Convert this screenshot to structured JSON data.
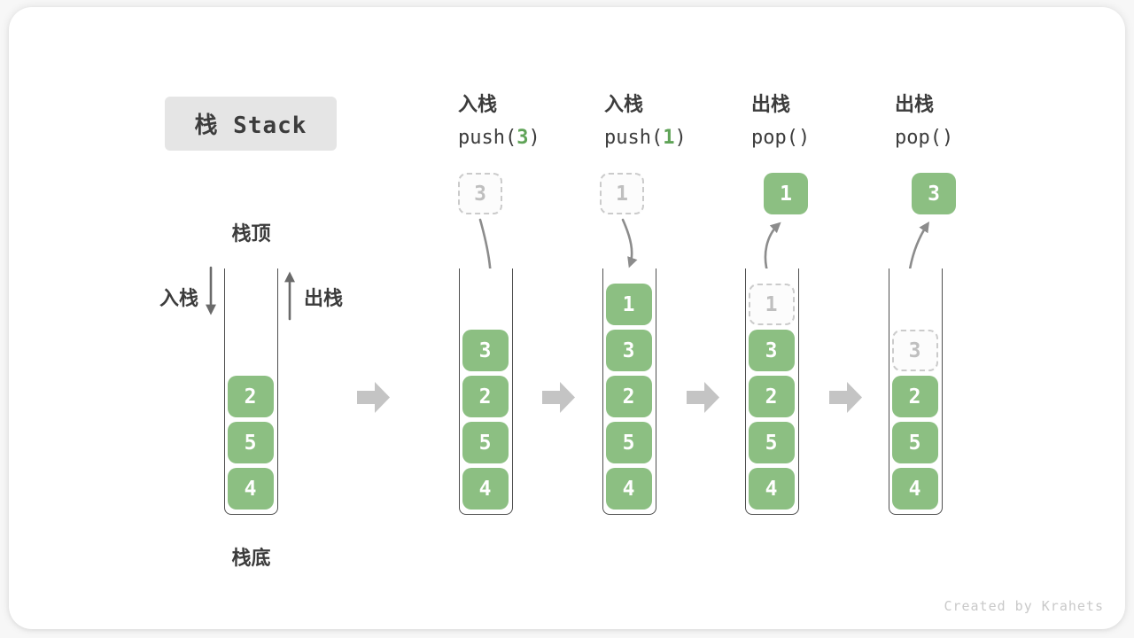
{
  "title": "栈 Stack",
  "watermark": "Created by Krahets",
  "side_labels": {
    "stack_top": "栈顶",
    "stack_bottom": "栈底",
    "push": "入栈",
    "pop": "出栈"
  },
  "operations": [
    {
      "name": "入栈",
      "code_pre": "push(",
      "code_arg": "3",
      "code_post": ")"
    },
    {
      "name": "入栈",
      "code_pre": "push(",
      "code_arg": "1",
      "code_post": ")"
    },
    {
      "name": "出栈",
      "code_pre": "pop(",
      "code_arg": "",
      "code_post": ")"
    },
    {
      "name": "出栈",
      "code_pre": "pop(",
      "code_arg": "",
      "code_post": ")"
    }
  ],
  "stacks": [
    {
      "name": "stack-initial",
      "cells": [
        {
          "value": "2",
          "style": "solid"
        },
        {
          "value": "5",
          "style": "solid"
        },
        {
          "value": "4",
          "style": "solid"
        }
      ]
    },
    {
      "name": "stack-after-push-3",
      "cells": [
        {
          "value": "3",
          "style": "solid"
        },
        {
          "value": "2",
          "style": "solid"
        },
        {
          "value": "5",
          "style": "solid"
        },
        {
          "value": "4",
          "style": "solid"
        }
      ]
    },
    {
      "name": "stack-after-push-1",
      "cells": [
        {
          "value": "1",
          "style": "solid"
        },
        {
          "value": "3",
          "style": "solid"
        },
        {
          "value": "2",
          "style": "solid"
        },
        {
          "value": "5",
          "style": "solid"
        },
        {
          "value": "4",
          "style": "solid"
        }
      ]
    },
    {
      "name": "stack-after-pop-1",
      "cells": [
        {
          "value": "1",
          "style": "dashed"
        },
        {
          "value": "3",
          "style": "solid"
        },
        {
          "value": "2",
          "style": "solid"
        },
        {
          "value": "5",
          "style": "solid"
        },
        {
          "value": "4",
          "style": "solid"
        }
      ]
    },
    {
      "name": "stack-after-pop-3",
      "cells": [
        {
          "value": "3",
          "style": "dashed"
        },
        {
          "value": "2",
          "style": "solid"
        },
        {
          "value": "5",
          "style": "solid"
        },
        {
          "value": "4",
          "style": "solid"
        }
      ]
    }
  ],
  "floating_cells": [
    {
      "value": "3",
      "style": "dashed",
      "name": "incoming-value-3"
    },
    {
      "value": "1",
      "style": "dashed",
      "name": "incoming-value-1"
    },
    {
      "value": "1",
      "style": "solid",
      "name": "popped-value-1"
    },
    {
      "value": "3",
      "style": "solid",
      "name": "popped-value-3"
    }
  ],
  "colors": {
    "cell_green": "#8CBF82",
    "cell_text": "#FFFFFF",
    "arg_green": "#5FA357",
    "ink": "#3C3C3C",
    "dashed_border": "#CBCBCB",
    "dashed_text": "#BFBFBF",
    "flow_arrow": "#8C8C8C",
    "side_arrow": "#6A6A6A",
    "block_arrow": "#C4C4C4",
    "wall": "#4F4F4F",
    "title_bg": "#E5E5E5",
    "watermark_gray": "#C9C9C9"
  }
}
